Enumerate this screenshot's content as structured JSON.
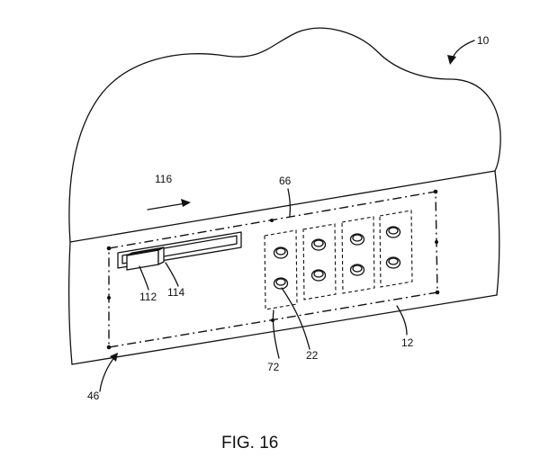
{
  "figure": {
    "caption": "FIG. 16",
    "labels": {
      "device": "10",
      "housing": "12",
      "light_sensor": "22",
      "display_region": "46",
      "outline_66": "66",
      "outline_72": "72",
      "direction": "116",
      "slider_knob": "112",
      "slider_track": "114"
    }
  }
}
